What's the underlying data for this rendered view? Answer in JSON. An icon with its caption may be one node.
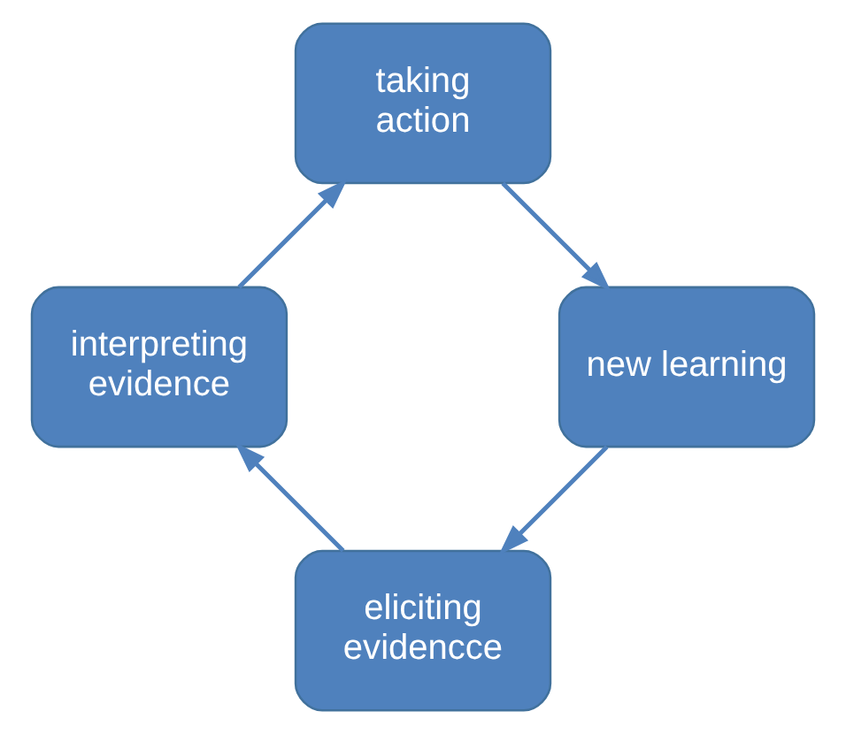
{
  "diagram": {
    "nodes": [
      {
        "text": [
          "eliciting evidencce"
        ]
      },
      {
        "text": [
          "interpreting evidence"
        ]
      },
      {
        "text": [
          "taking action"
        ]
      },
      {
        "text": [
          "new learning"
        ]
      }
    ],
    "edges": [
      {
        "from": 0,
        "to": 1,
        "arrow": "to"
      },
      {
        "from": 1,
        "to": 2,
        "arrow": "to"
      },
      {
        "from": 2,
        "to": 3,
        "arrow": "to"
      },
      {
        "from": 3,
        "to": 0,
        "arrow": "to"
      }
    ]
  }
}
